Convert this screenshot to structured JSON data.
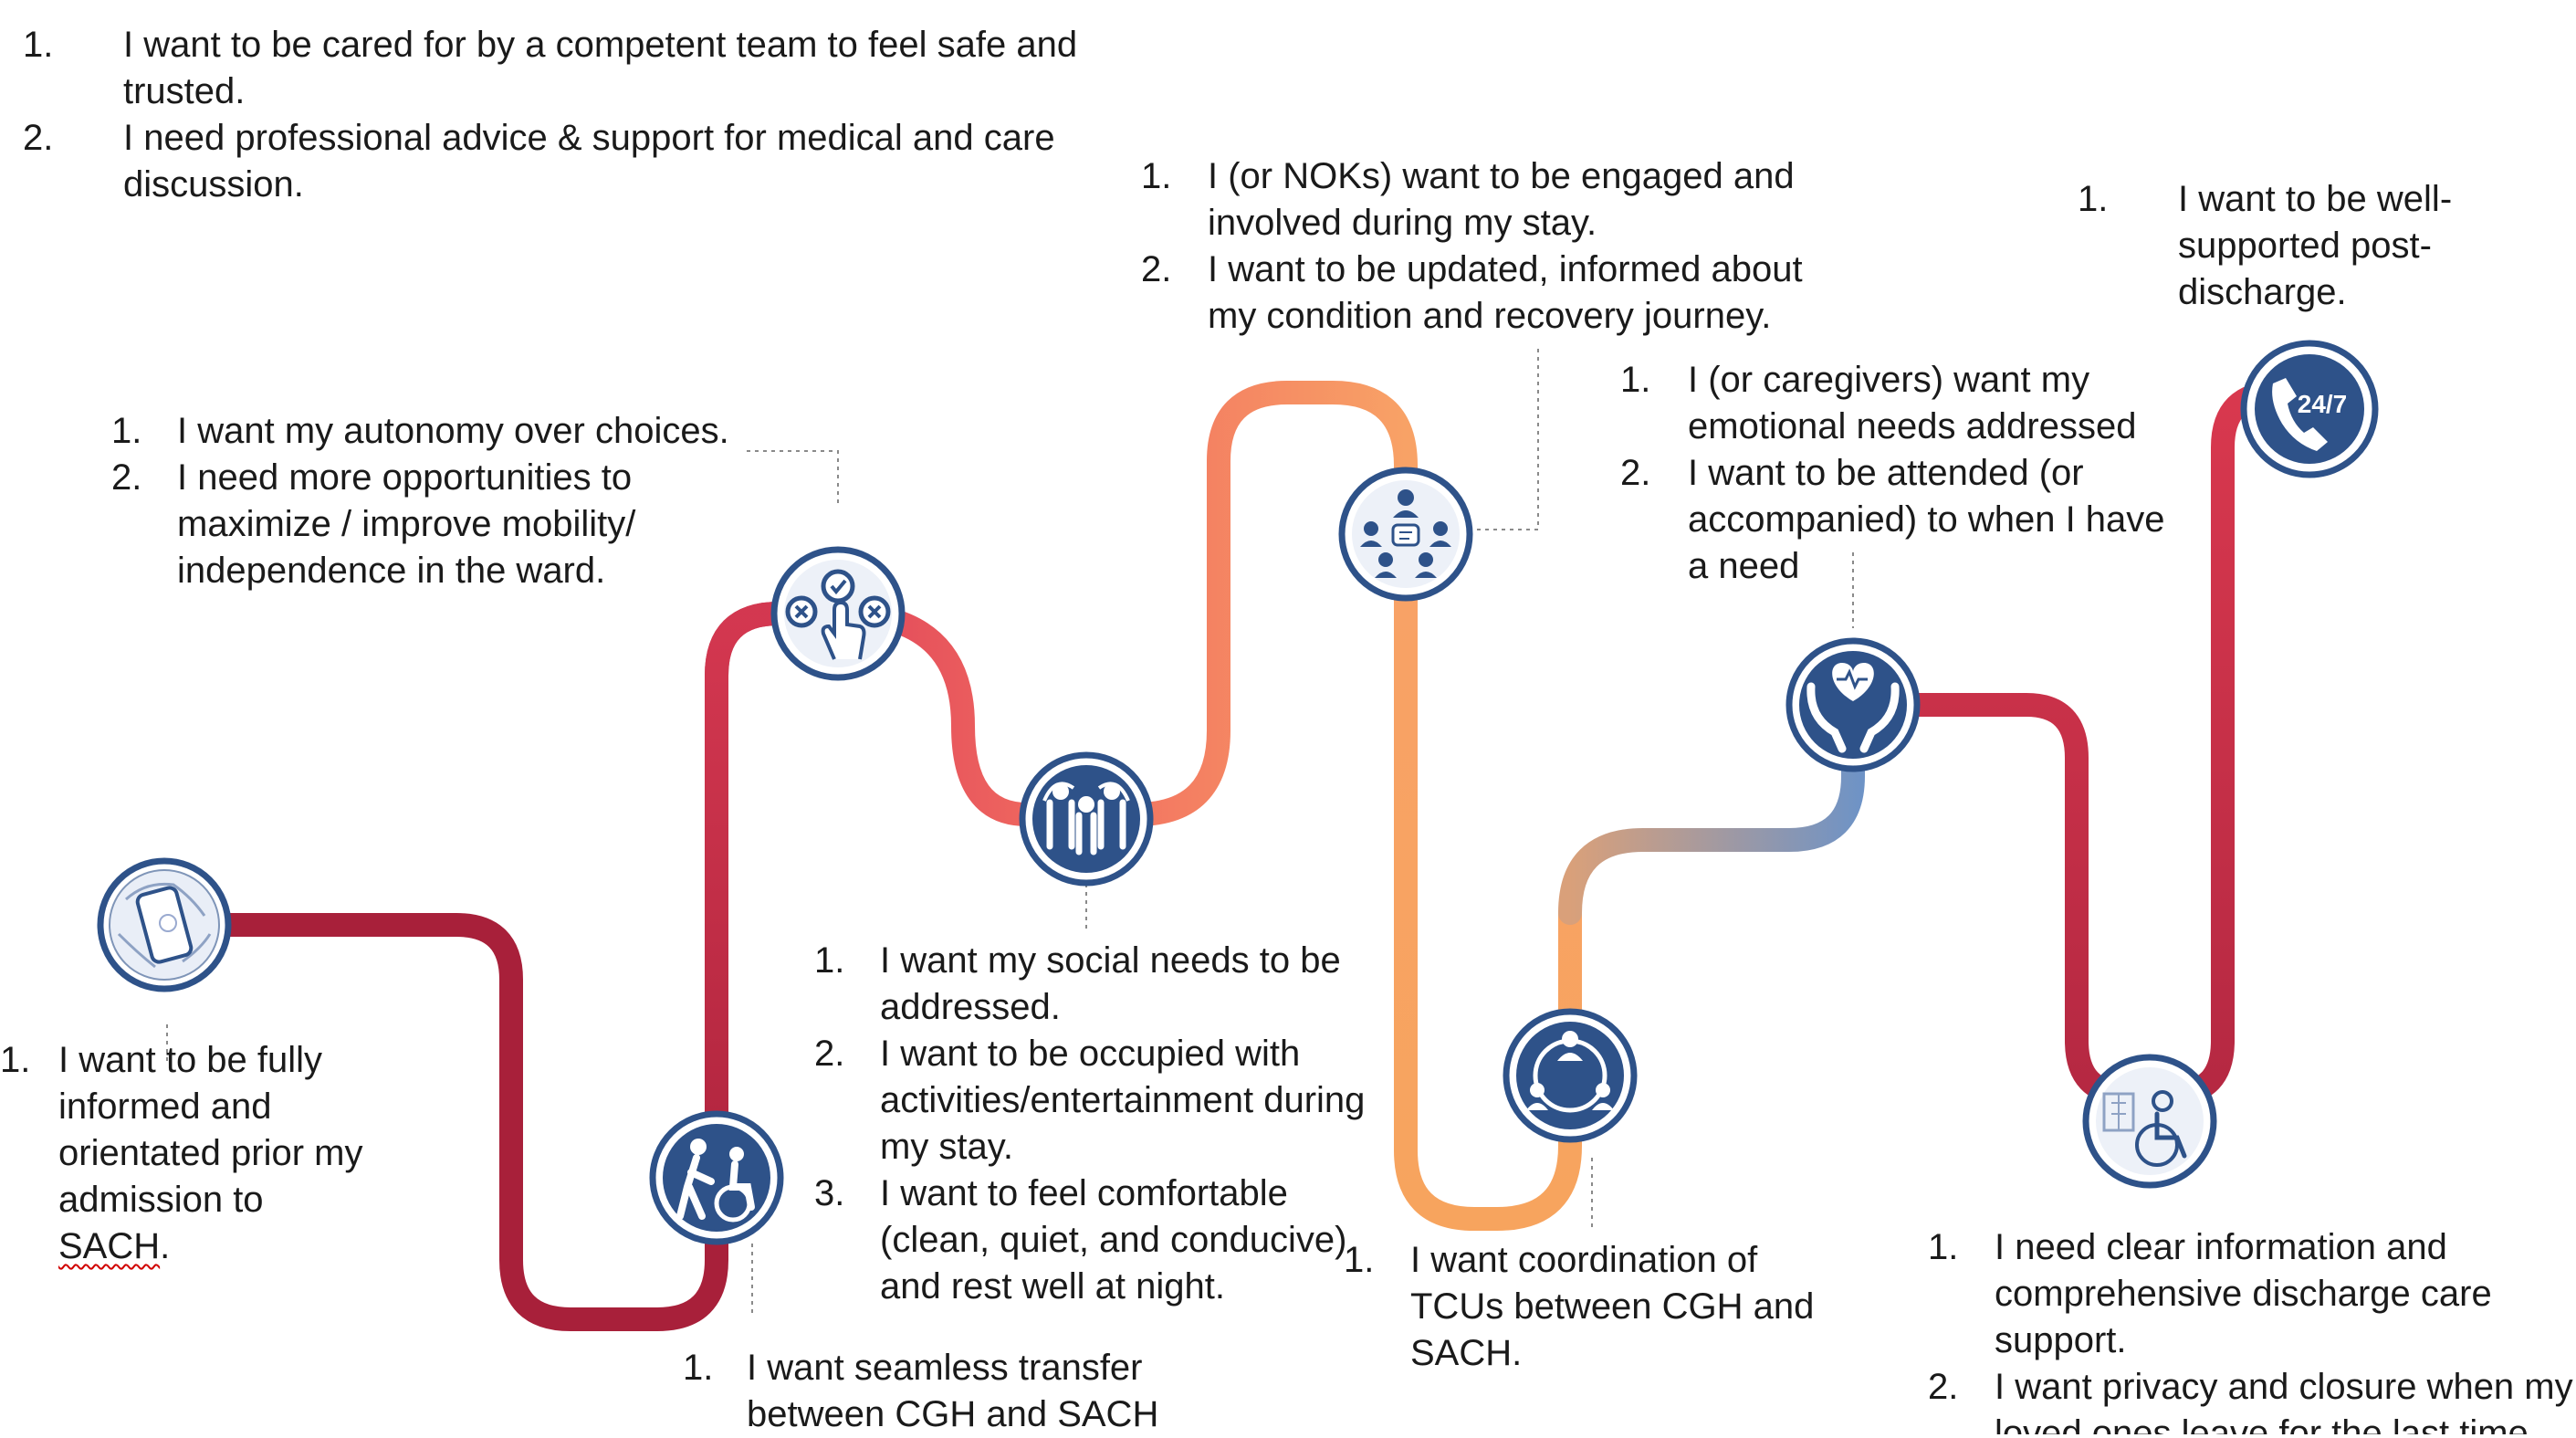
{
  "colors": {
    "icon_navy": "#2e5289",
    "icon_light": "#edf1f8",
    "line_dark_red": "#a8203a",
    "line_red": "#d83a52",
    "line_orange": "#f59a62",
    "line_blue": "#6e93c6",
    "connector_grey": "#8a8a8a"
  },
  "stages": [
    {
      "icon": "globe-phone-icon",
      "items": [
        {
          "num": "1.",
          "text": "I want to be fully informed and orientated prior my admission to SACH."
        }
      ]
    },
    {
      "icon": "caregiver-wheelchair-icon",
      "items": [
        {
          "num": "1.",
          "text": "I want seamless transfer between CGH and SACH"
        }
      ]
    },
    {
      "icon": "choice-hand-icon",
      "items": [
        {
          "num": "1.",
          "text": "I want my autonomy over choices."
        },
        {
          "num": "2.",
          "text": "I need more opportunities to maximize / improve mobility/ independence in the ward."
        }
      ]
    },
    {
      "icon": "social-group-icon",
      "items": [
        {
          "num": "1.",
          "text": "I want my social needs to be addressed."
        },
        {
          "num": "2.",
          "text": "I want to be occupied with activities/entertainment during my stay."
        },
        {
          "num": "3.",
          "text": "I want to feel comfortable (clean, quiet, and conducive) and rest well at night."
        }
      ]
    },
    {
      "icon": "engagement-people-icon",
      "items": [
        {
          "num": "1.",
          "text": "I (or NOKs) want to be engaged and involved during my stay."
        },
        {
          "num": "2.",
          "text": "I want to be updated, informed about my condition and recovery journey."
        }
      ]
    },
    {
      "icon": "coordination-team-icon",
      "items": [
        {
          "num": "1.",
          "text": "I want coordination of TCUs between CGH and SACH."
        }
      ]
    },
    {
      "icon": "caring-hands-heart-icon",
      "items": [
        {
          "num": "1.",
          "text": "I (or caregivers) want my emotional needs addressed"
        },
        {
          "num": "2.",
          "text": "I want to be attended (or accompanied) to when I have a need"
        }
      ]
    },
    {
      "icon": "hospital-discharge-icon",
      "items": [
        {
          "num": "1.",
          "text": "I need clear information and comprehensive discharge care support."
        },
        {
          "num": "2.",
          "text": "I want privacy and closure when my loved ones leave for the last time."
        }
      ]
    },
    {
      "icon": "phone-24-7-icon",
      "icon_label": "24/7",
      "items": [
        {
          "num": "1.",
          "text": "I want to be well-supported post-discharge."
        }
      ]
    }
  ],
  "general_needs": {
    "items": [
      {
        "num": "1.",
        "text": "I want to be cared for by a competent team to feel safe and trusted."
      },
      {
        "num": "2.",
        "text": "I need professional advice & support for medical and care discussion."
      }
    ]
  }
}
